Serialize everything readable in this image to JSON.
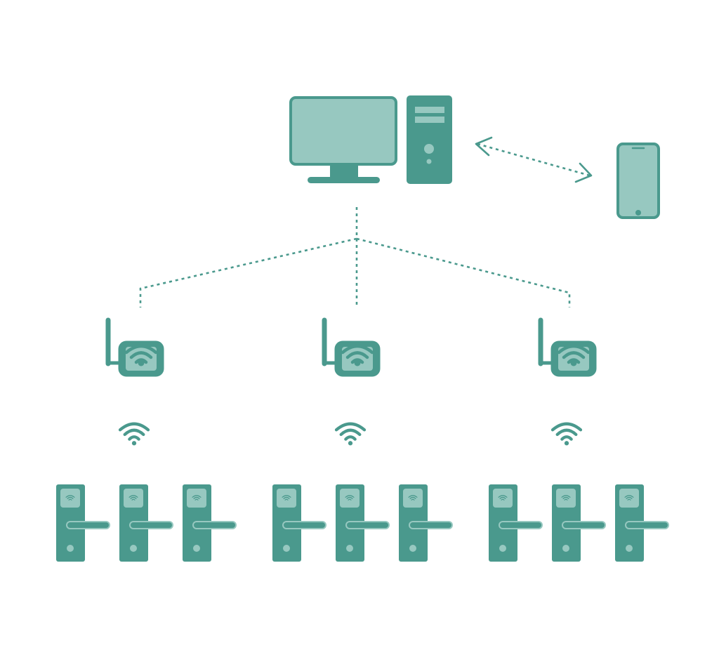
{
  "colors": {
    "primary": "#4a998d",
    "light": "#97c8c0",
    "background": "#ffffff"
  },
  "icons": {
    "server": [
      "monitor-icon",
      "computer-tower-icon"
    ],
    "mobile": "smartphone-icon",
    "gateway": "wifi-gateway-icon",
    "signal": "wifi-signal-icon",
    "lock": "door-lock-icon"
  },
  "topology": {
    "gateways": 3,
    "locks_per_gateway": 3,
    "server_to_gateway_link": "dashed",
    "server_to_mobile_link": "dashed-bidirectional"
  }
}
